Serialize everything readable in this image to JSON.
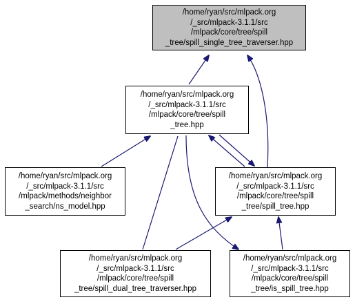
{
  "nodes": {
    "spill_single_tree_traverser": {
      "label": "/home/ryan/src/mlpack.org\n/_src/mlpack-3.1.1/src\n/mlpack/core/tree/spill\n_tree/spill_single_tree_traverser.hpp"
    },
    "spill_tree_hpp": {
      "label": "/home/ryan/src/mlpack.org\n/_src/mlpack-3.1.1/src\n/mlpack/core/tree/spill\n_tree.hpp"
    },
    "ns_model": {
      "label": "/home/ryan/src/mlpack.org\n/_src/mlpack-3.1.1/src\n/mlpack/methods/neighbor\n_search/ns_model.hpp"
    },
    "spill_tree_spill_tree": {
      "label": "/home/ryan/src/mlpack.org\n/_src/mlpack-3.1.1/src\n/mlpack/core/tree/spill\n_tree/spill_tree.hpp"
    },
    "spill_dual_tree_traverser": {
      "label": "/home/ryan/src/mlpack.org\n/_src/mlpack-3.1.1/src\n/mlpack/core/tree/spill\n_tree/spill_dual_tree_traverser.hpp"
    },
    "is_spill_tree": {
      "label": "/home/ryan/src/mlpack.org\n/_src/mlpack-3.1.1/src\n/mlpack/core/tree/spill\n_tree/is_spill_tree.hpp"
    }
  },
  "colors": {
    "edge": "#191970",
    "focus_fill": "#bfbfbf",
    "node_border": "#000000"
  }
}
